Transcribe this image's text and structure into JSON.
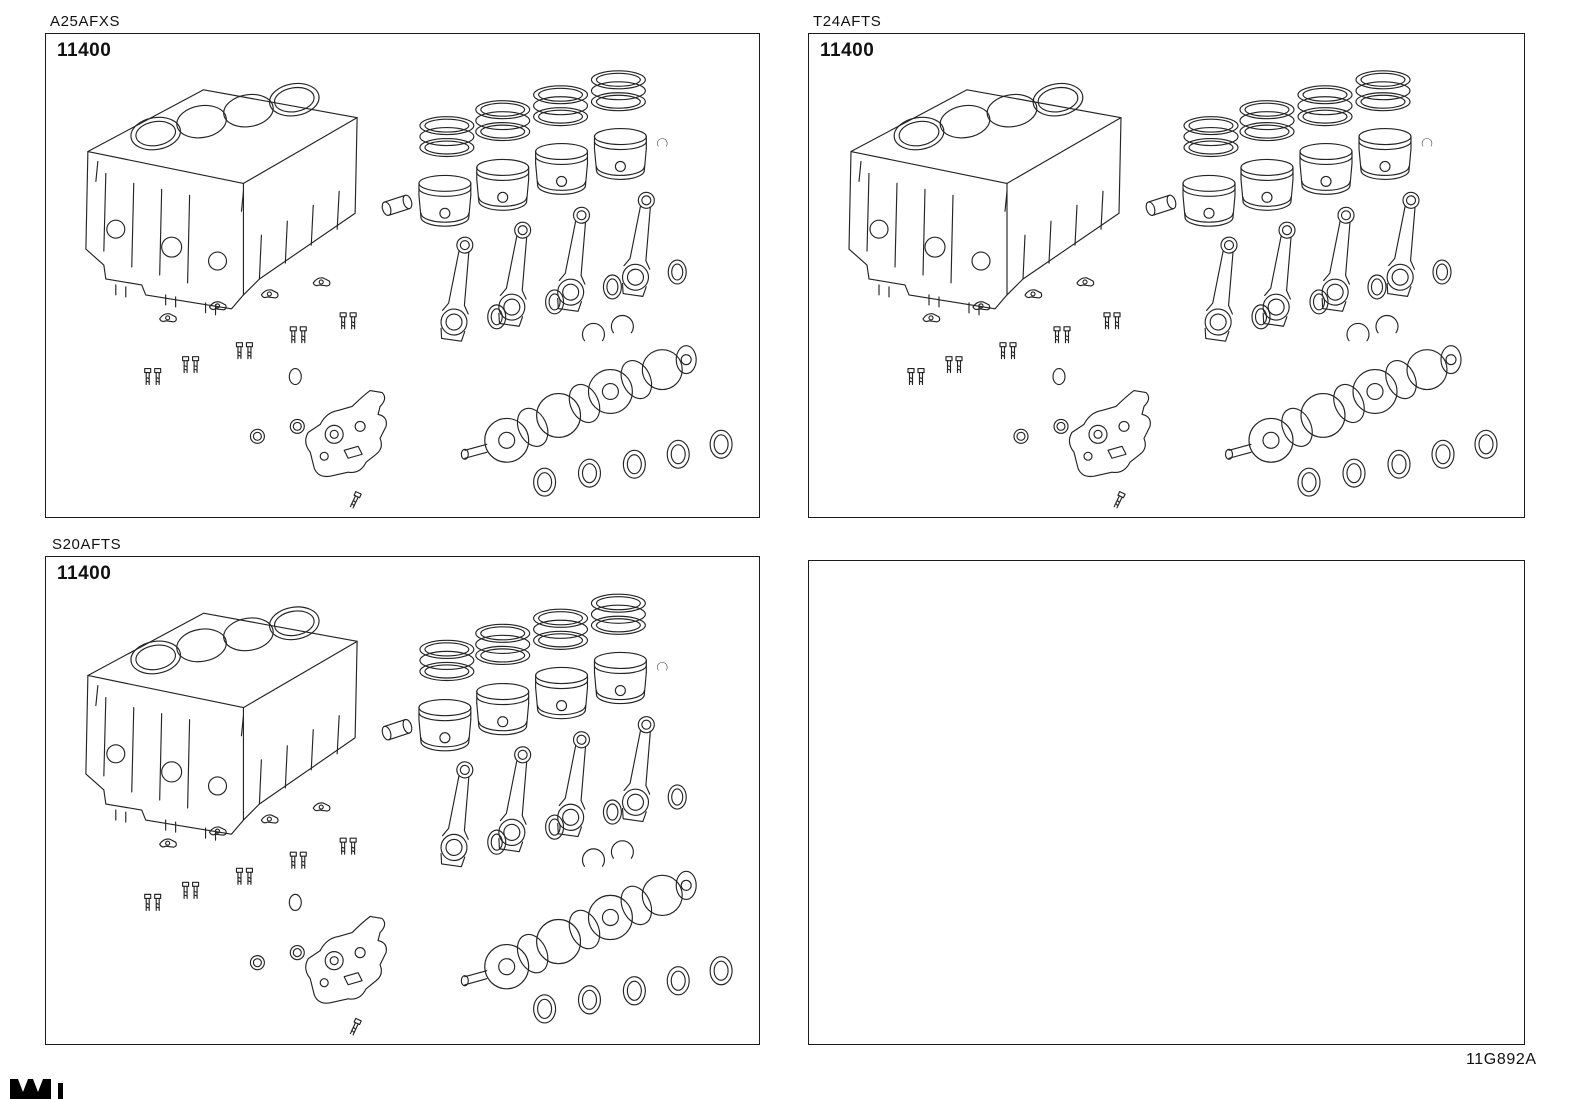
{
  "page": {
    "background": "#ffffff",
    "line_color": "#242424",
    "diagram_code": "11G892A"
  },
  "panels": [
    {
      "engine_code": "A25AFXS",
      "part_number": "11400"
    },
    {
      "engine_code": "T24AFTS",
      "part_number": "11400"
    },
    {
      "engine_code": "S20AFTS",
      "part_number": "11400"
    }
  ],
  "illustration_parts": [
    "engine-block-drawing",
    "piston-ring-set-drawing",
    "piston-drawing",
    "piston-pin-drawing",
    "connecting-rod-drawing",
    "rod-bearing-drawing",
    "crankshaft-drawing",
    "main-bearing-drawing",
    "snap-ring-drawing",
    "oil-seal-retainer-drawing",
    "bolt-drawing",
    "clamp-bracket-drawing"
  ]
}
